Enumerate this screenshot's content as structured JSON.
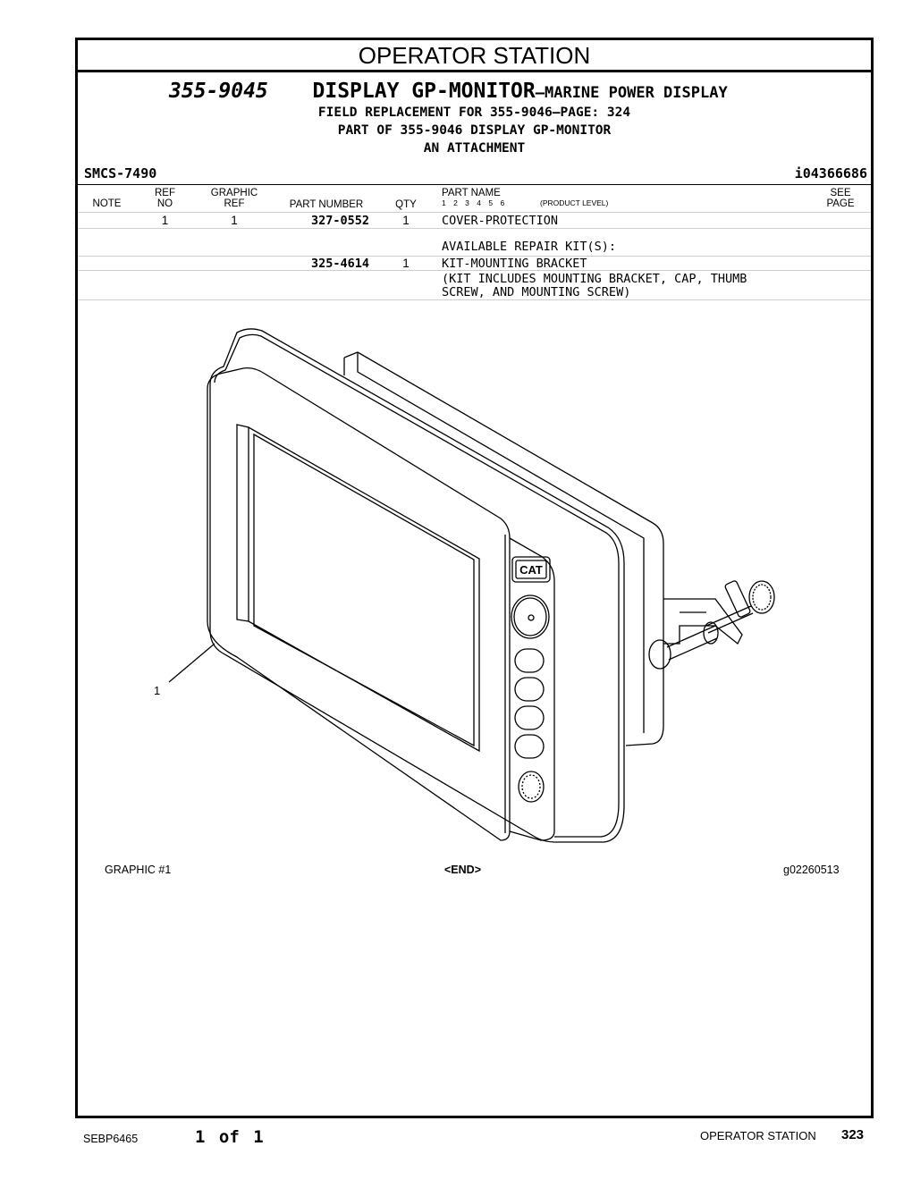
{
  "section_title": "OPERATOR STATION",
  "heading": {
    "part_number": "355-9045",
    "part_name": "DISPLAY GP-MONITOR",
    "part_desc": "—MARINE POWER DISPLAY",
    "line2": "FIELD REPLACEMENT FOR 355-9046—PAGE: 324",
    "line3": "PART OF 355-9046 DISPLAY GP-MONITOR",
    "line4": "AN ATTACHMENT"
  },
  "smcs": "SMCS-7490",
  "doc_id": "i04366686",
  "columns": {
    "note": "NOTE",
    "ref_top": "REF",
    "ref_bottom": "NO",
    "graphic_top": "GRAPHIC",
    "graphic_bottom": "REF",
    "part_number": "PART NUMBER",
    "qty": "QTY",
    "part_name": "PART NAME",
    "levels": "1 2 3 4 5 6",
    "product_level": "(PRODUCT LEVEL)",
    "see_top": "SEE",
    "see_bottom": "PAGE"
  },
  "rows": [
    {
      "note": "",
      "ref": "1",
      "graphic": "1",
      "part_number": "327-0552",
      "qty": "1",
      "name": "COVER-PROTECTION"
    },
    {
      "note": "",
      "ref": "",
      "graphic": "",
      "part_number": "",
      "qty": "",
      "name": "AVAILABLE REPAIR KIT(S):"
    },
    {
      "note": "",
      "ref": "",
      "graphic": "",
      "part_number": "325-4614",
      "qty": "1",
      "name": "KIT-MOUNTING BRACKET"
    },
    {
      "note": "",
      "ref": "",
      "graphic": "",
      "part_number": "",
      "qty": "",
      "name": "(KIT INCLUDES MOUNTING BRACKET, CAP, THUMB",
      "name2": "SCREW, AND MOUNTING SCREW)"
    }
  ],
  "graphic": {
    "callout": "1",
    "logo": "CAT",
    "label": "GRAPHIC #1",
    "end": "<END>",
    "id": "g02260513"
  },
  "footer": {
    "doc": "SEBP6465",
    "page_of": "1 of 1",
    "section": "OPERATOR STATION",
    "page": "323"
  }
}
